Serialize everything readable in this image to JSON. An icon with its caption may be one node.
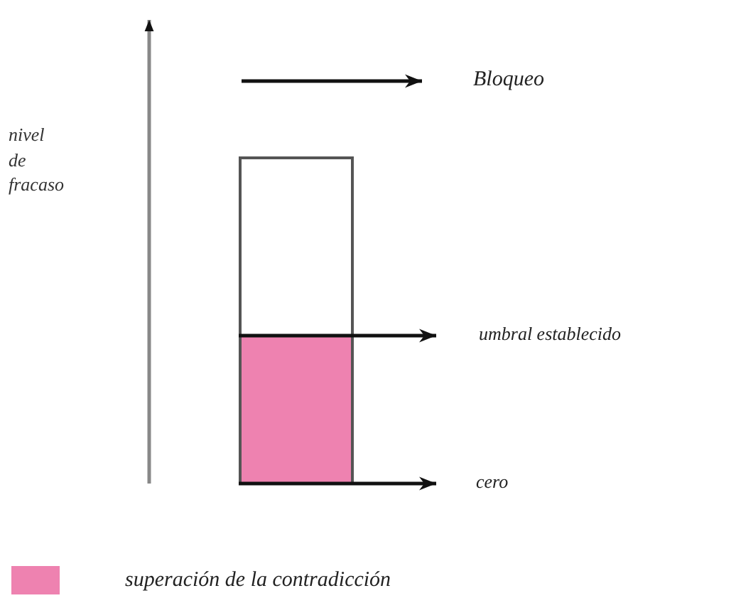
{
  "diagram": {
    "nodes": [
      {
        "text": [],
        "shape": "bar"
      },
      {
        "text": [
          "Bloqueo"
        ]
      },
      {
        "text": [
          "umbral establecido"
        ]
      },
      {
        "text": [
          "cero"
        ]
      }
    ],
    "edges": [
      {
        "from": null,
        "to": 1,
        "arrow": "to"
      },
      {
        "from": 0,
        "to": 2,
        "arrow": "to"
      },
      {
        "from": 0,
        "to": 3,
        "arrow": "to"
      }
    ],
    "labels": [
      "nivel de fracaso"
    ],
    "legend": [
      {
        "text": "superación de la contradicción",
        "color": "#ee82b0"
      }
    ]
  }
}
